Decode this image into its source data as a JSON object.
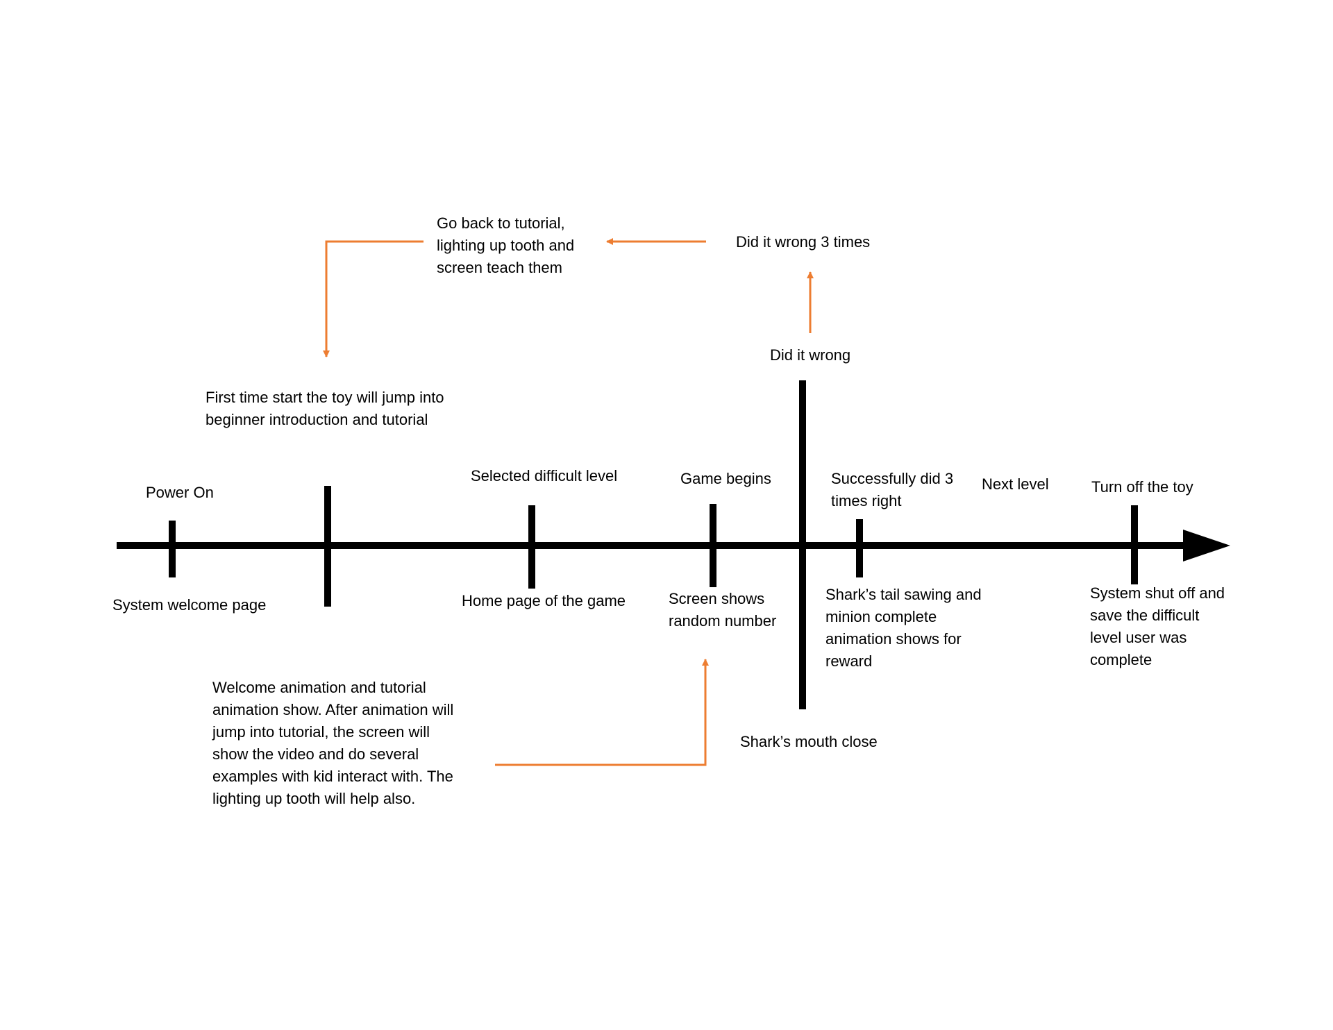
{
  "colors": {
    "timeline": "#000000",
    "flow_arrow": "#ED7D31",
    "background": "#FFFFFF"
  },
  "labels": {
    "power_on": "Power On",
    "system_welcome_page": "System welcome page",
    "first_time_start": "First time start the toy will jump into\nbeginner introduction and tutorial",
    "welcome_animation": "Welcome animation and tutorial\nanimation show. After animation will\njump into tutorial, the screen will\nshow the video and do several\nexamples with kid interact with. The\nlighting up tooth will help also.",
    "selected_difficult_level": "Selected difficult level",
    "home_page": "Home page of the game",
    "game_begins": "Game begins",
    "screen_random_number": "Screen shows\nrandom number",
    "did_it_wrong": "Did it wrong",
    "did_it_wrong_3": "Did it wrong 3 times",
    "go_back_tutorial": "Go back to tutorial,\nlighting up tooth and\nscreen teach them",
    "sharks_mouth_close": "Shark’s mouth close",
    "successfully_3_right": "Successfully did 3\ntimes right",
    "sharks_tail": "Shark’s tail sawing and\nminion complete\nanimation shows for\nreward",
    "next_level": "Next level",
    "turn_off_toy": "Turn off the toy",
    "system_shut_off": "System shut off and\nsave the difficult\nlevel user was\ncomplete"
  }
}
